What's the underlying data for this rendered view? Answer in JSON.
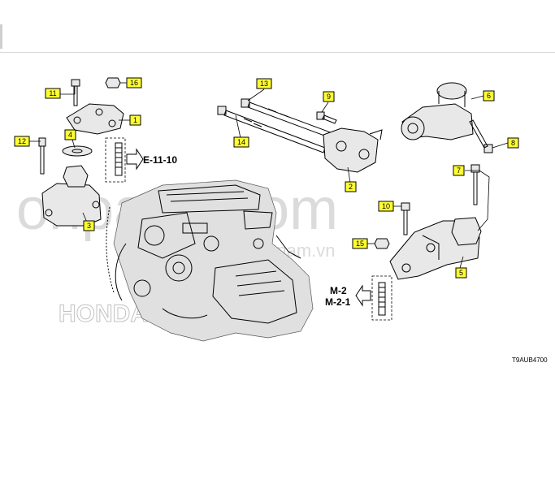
{
  "diagram_code": "T9AUB4700",
  "references": {
    "left": "E-11-10",
    "right_top": "M-2",
    "right_bottom": "M-2-1"
  },
  "callouts": [
    {
      "id": "c1",
      "label": "1"
    },
    {
      "id": "c2",
      "label": "2"
    },
    {
      "id": "c3",
      "label": "3"
    },
    {
      "id": "c4",
      "label": "4"
    },
    {
      "id": "c5",
      "label": "5"
    },
    {
      "id": "c6",
      "label": "6"
    },
    {
      "id": "c7",
      "label": "7"
    },
    {
      "id": "c8",
      "label": "8"
    },
    {
      "id": "c9",
      "label": "9"
    },
    {
      "id": "c10",
      "label": "10"
    },
    {
      "id": "c11",
      "label": "11"
    },
    {
      "id": "c12",
      "label": "12"
    },
    {
      "id": "c13",
      "label": "13"
    },
    {
      "id": "c14",
      "label": "14"
    },
    {
      "id": "c15",
      "label": "15"
    },
    {
      "id": "c16",
      "label": "16"
    }
  ],
  "watermarks": {
    "main": "oriparts.com",
    "secondary": "phutungotovietnam.vn",
    "brand": "HONDA"
  },
  "colors": {
    "callout_fill": "#ffff33",
    "line": "#000000",
    "watermark": "#b0b0b0"
  }
}
